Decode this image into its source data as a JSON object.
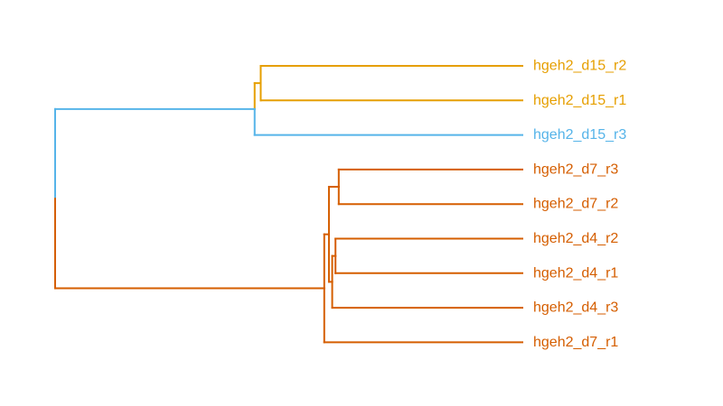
{
  "colors": {
    "root": "#000000",
    "orange": "#E69F00",
    "blue": "#56B4E9",
    "vermillion": "#D55E00"
  },
  "leaves": [
    {
      "id": "l1",
      "label": "hgeh2_d15_r2",
      "color": "#E69F00"
    },
    {
      "id": "l2",
      "label": "hgeh2_d15_r1",
      "color": "#E69F00"
    },
    {
      "id": "l3",
      "label": "hgeh2_d15_r3",
      "color": "#56B4E9"
    },
    {
      "id": "l4",
      "label": "hgeh2_d7_r3",
      "color": "#D55E00"
    },
    {
      "id": "l5",
      "label": "hgeh2_d7_r2",
      "color": "#D55E00"
    },
    {
      "id": "l6",
      "label": "hgeh2_d4_r2",
      "color": "#D55E00"
    },
    {
      "id": "l7",
      "label": "hgeh2_d4_r1",
      "color": "#D55E00"
    },
    {
      "id": "l8",
      "label": "hgeh2_d4_r3",
      "color": "#D55E00"
    },
    {
      "id": "l9",
      "label": "hgeh2_d7_r1",
      "color": "#D55E00"
    }
  ],
  "merges": [
    {
      "id": "m1",
      "children": [
        "l1",
        "l2"
      ],
      "height": 0.56,
      "color": "#E69F00"
    },
    {
      "id": "m2",
      "children": [
        "m1",
        "l3"
      ],
      "height": 0.573,
      "color": "#56B4E9"
    },
    {
      "id": "m3",
      "children": [
        "l6",
        "l7"
      ],
      "height": 0.4,
      "color": "#D55E00"
    },
    {
      "id": "m4",
      "children": [
        "m3",
        "l8"
      ],
      "height": 0.407,
      "color": "#D55E00"
    },
    {
      "id": "m5",
      "children": [
        "l4",
        "l5"
      ],
      "height": 0.393,
      "color": "#D55E00"
    },
    {
      "id": "m6",
      "children": [
        "m5",
        "m4"
      ],
      "height": 0.414,
      "color": "#D55E00"
    },
    {
      "id": "m7",
      "children": [
        "m6",
        "l9"
      ],
      "height": 0.424,
      "color": "#D55E00"
    },
    {
      "id": "m8",
      "children": [
        "m2",
        "m7"
      ],
      "height": 1.0,
      "color": "#000000"
    }
  ]
}
